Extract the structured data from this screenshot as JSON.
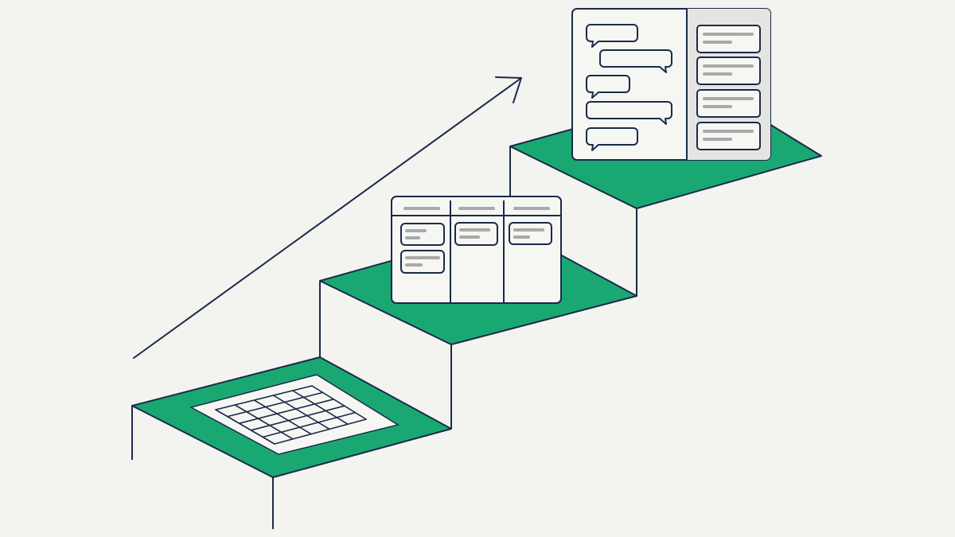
{
  "illustration": {
    "subject": "staircase-progression",
    "steps": [
      {
        "id": "step-1",
        "content": "spreadsheet-grid",
        "grid_rows": 5,
        "grid_cols": 5
      },
      {
        "id": "step-2",
        "content": "kanban-board",
        "columns": 3,
        "cards_per_column": [
          2,
          1,
          1
        ]
      },
      {
        "id": "step-3",
        "content": "chat-with-sidebar",
        "chat_bubbles": 5,
        "sidebar_items": 4
      }
    ],
    "arrow": {
      "direction": "up-right"
    }
  },
  "colors": {
    "background": "#f3f3ef",
    "step_green": "#1aa872",
    "ink": "#1b2a4a",
    "panel": "#f6f6f3",
    "sidebar": "#e4e4e2",
    "placeholder_line": "#a9a9a9",
    "grid_paper": "#f6f6f3"
  }
}
